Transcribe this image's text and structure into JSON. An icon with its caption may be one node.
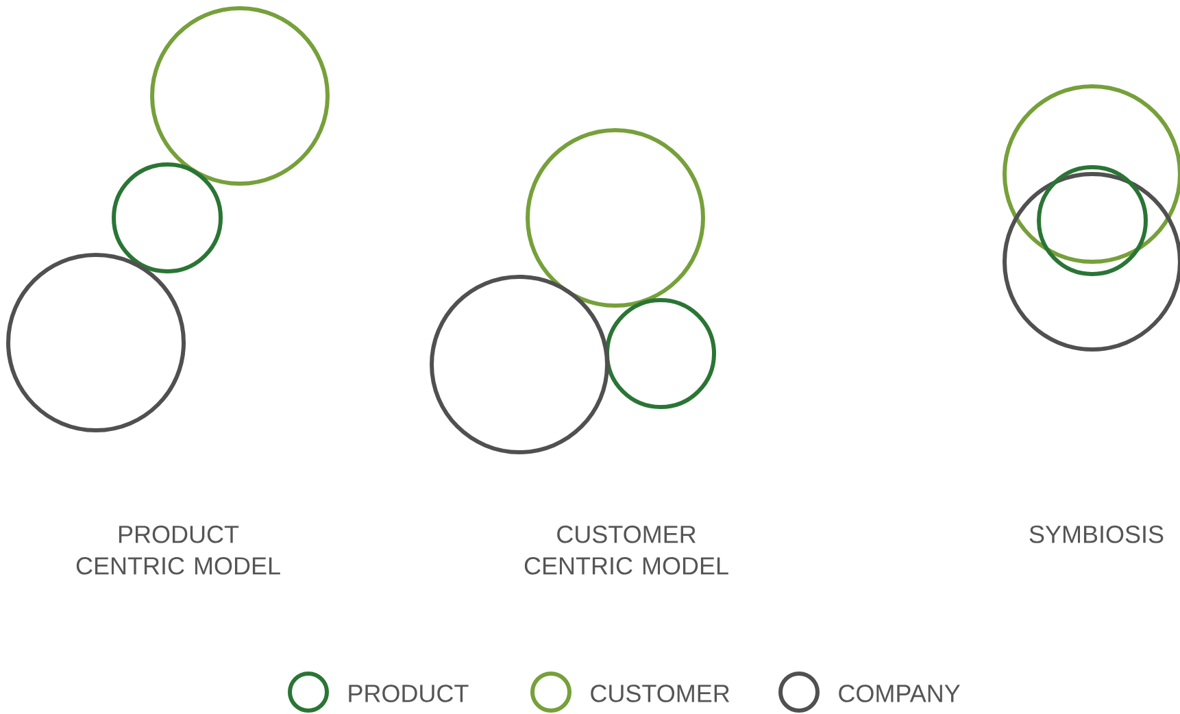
{
  "diagram": {
    "labels": [
      "PRODUCT CENTRIC MODEL",
      "CUSTOMER CENTRIC MODEL",
      "SYMBIOSIS"
    ],
    "legend": [
      {
        "text": "PRODUCT",
        "color": "#2a7535"
      },
      {
        "text": "CUSTOMER",
        "color": "#76a03a"
      },
      {
        "text": "COMPANY",
        "color": "#505050"
      }
    ]
  }
}
